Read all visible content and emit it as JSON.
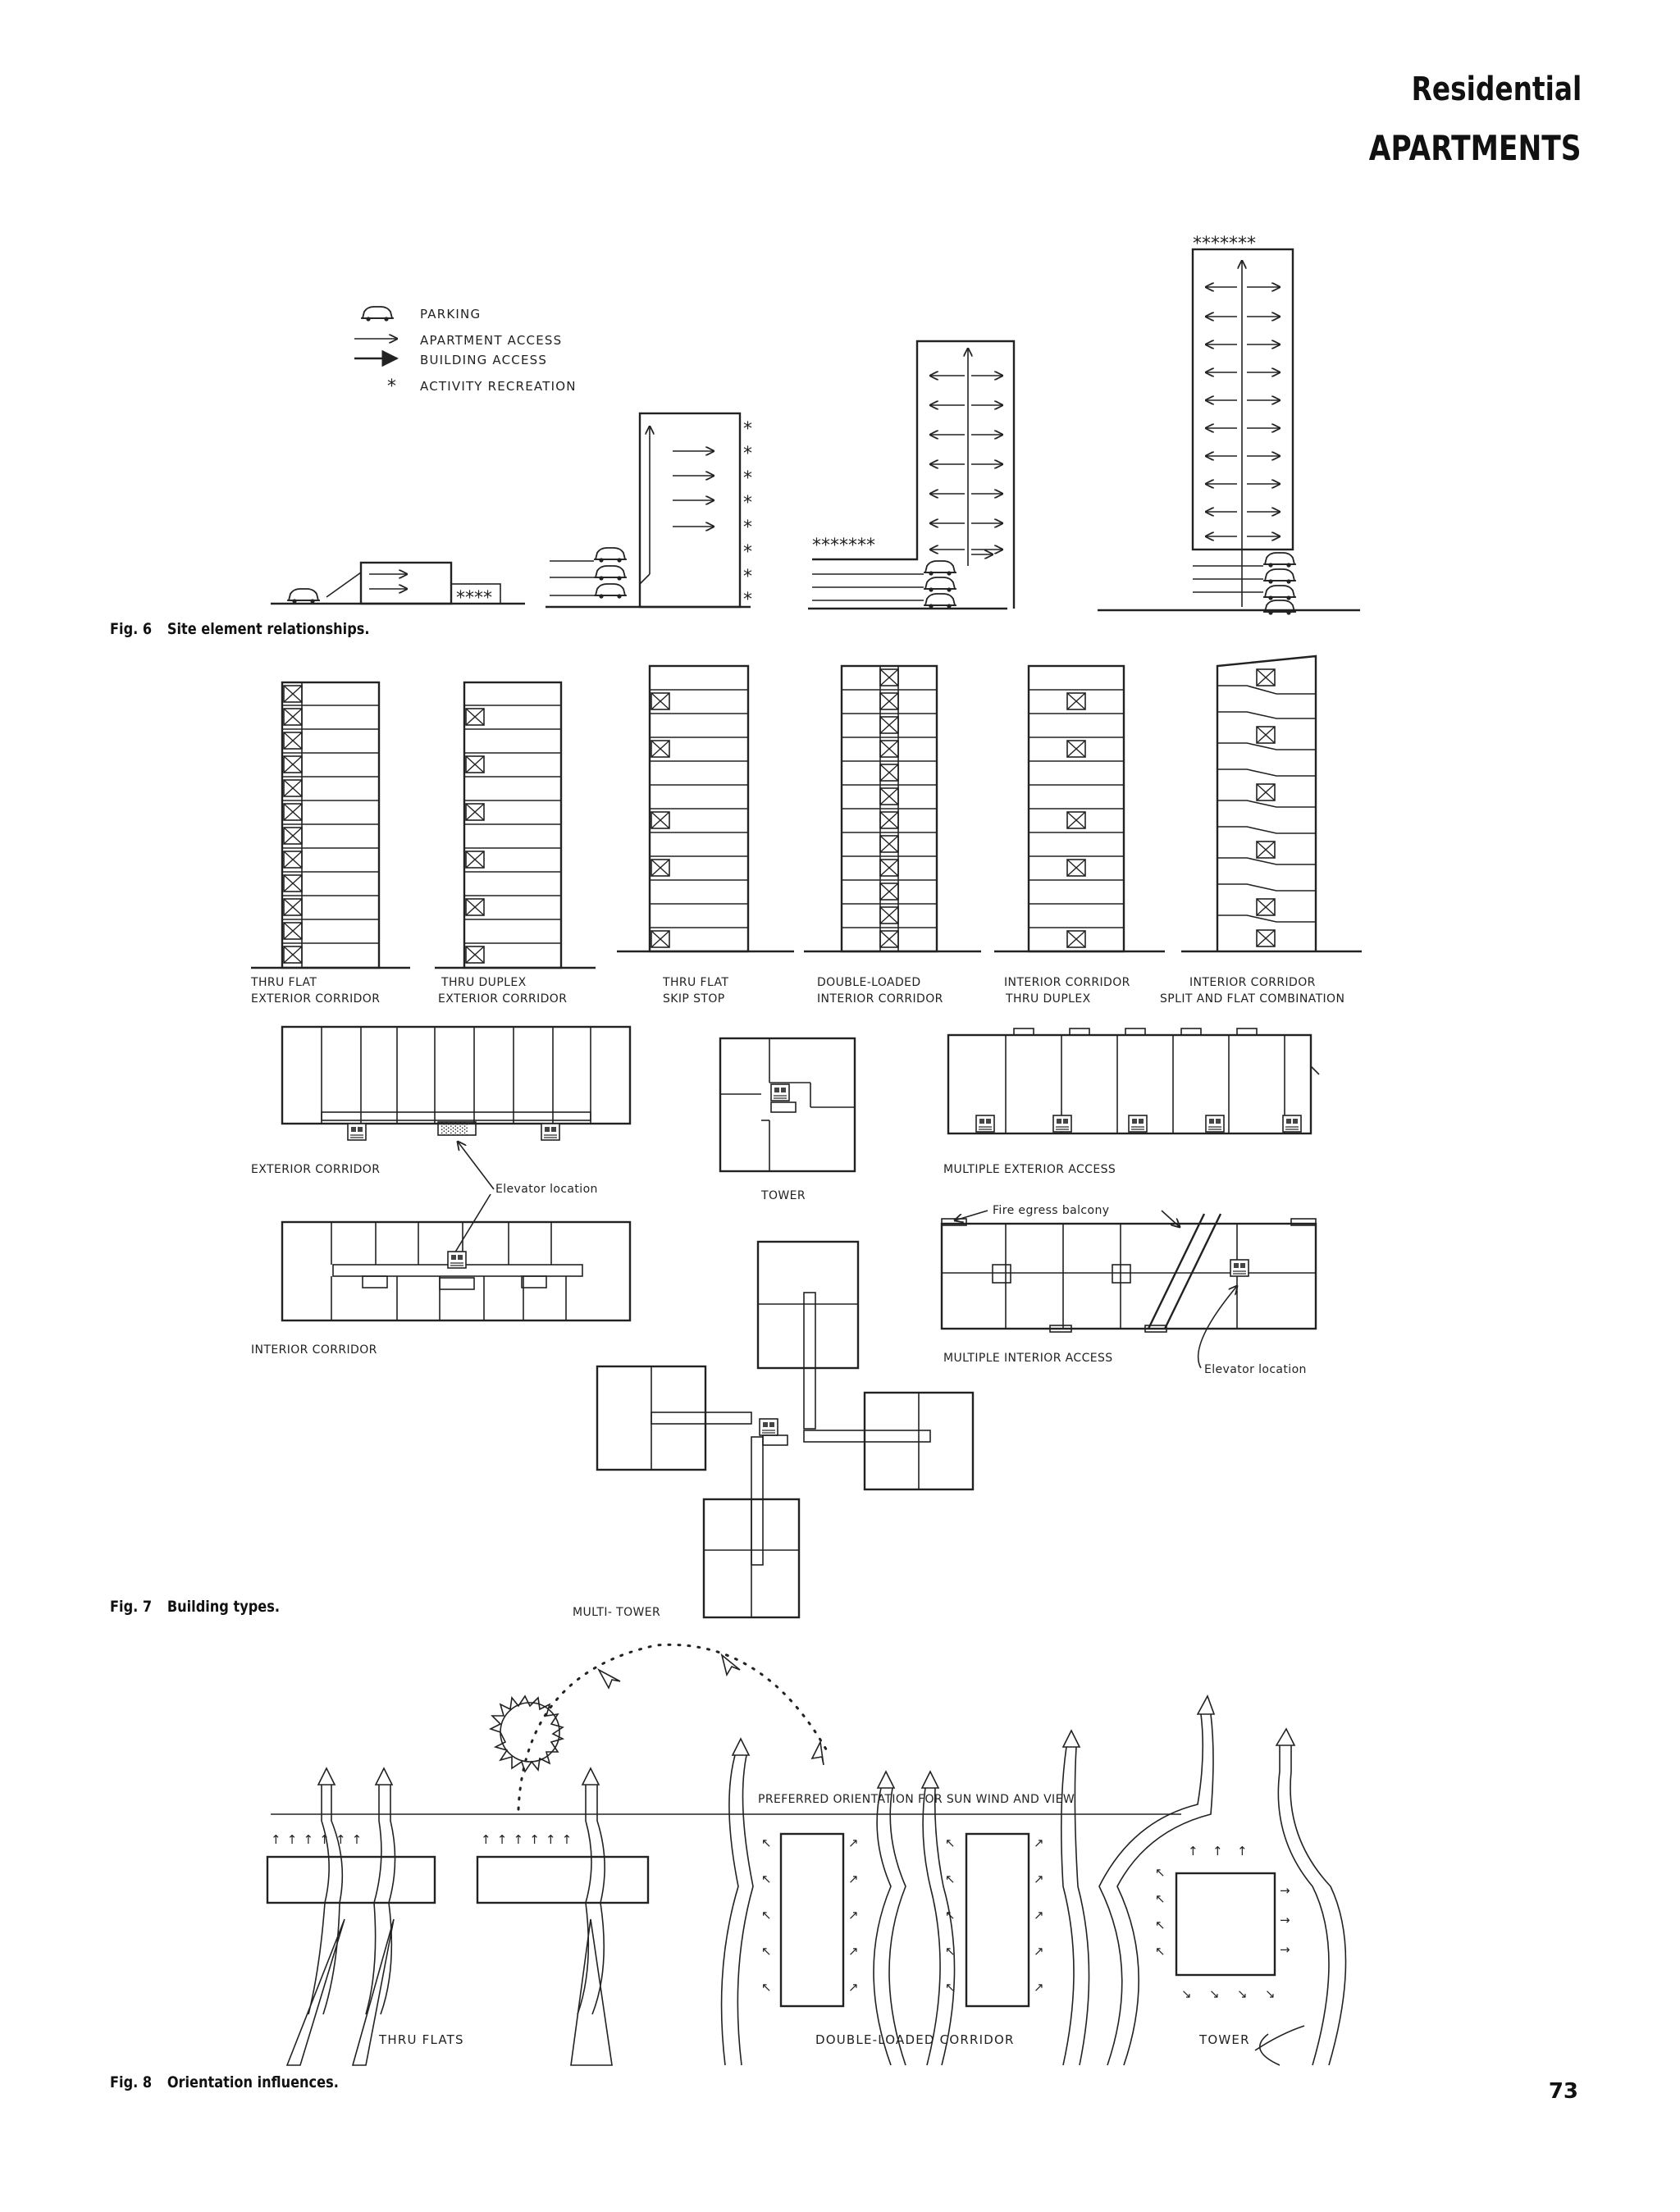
{
  "header": {
    "section": "Residential",
    "title": "APARTMENTS"
  },
  "legend": {
    "items": [
      {
        "icon": "car-icon",
        "label": "PARKING"
      },
      {
        "icon": "thin-arrow-icon",
        "label": "APARTMENT ACCESS"
      },
      {
        "icon": "bold-arrow-icon",
        "label": "BUILDING ACCESS"
      },
      {
        "icon": "asterisk-icon",
        "label": "ACTIVITY RECREATION"
      }
    ]
  },
  "fig6": {
    "number": "Fig. 6",
    "caption": "Site element relationships."
  },
  "fig7": {
    "number": "Fig. 7",
    "caption": "Building types.",
    "section_types": [
      {
        "line1": "THRU FLAT",
        "line2": "EXTERIOR CORRIDOR"
      },
      {
        "line1": "THRU DUPLEX",
        "line2": "EXTERIOR CORRIDOR"
      },
      {
        "line1": "THRU FLAT",
        "line2": "SKIP STOP"
      },
      {
        "line1": "DOUBLE-LOADED",
        "line2": "INTERIOR CORRIDOR"
      },
      {
        "line1": "INTERIOR CORRIDOR",
        "line2": "THRU DUPLEX"
      },
      {
        "line1": "INTERIOR CORRIDOR",
        "line2": "SPLIT AND FLAT COMBINATION"
      }
    ],
    "plan_labels": {
      "exterior_corridor": "EXTERIOR CORRIDOR",
      "interior_corridor": "INTERIOR CORRIDOR",
      "elevator_location": "Elevator location",
      "tower": "TOWER",
      "multiple_exterior_access": "MULTIPLE EXTERIOR ACCESS",
      "fire_egress_balcony": "Fire egress balcony",
      "multiple_interior_access": "MULTIPLE INTERIOR ACCESS",
      "elevator_location_2": "Elevator location",
      "multi_tower": "MULTI- TOWER"
    }
  },
  "fig8": {
    "number": "Fig. 8",
    "caption": "Orientation influences.",
    "labels": {
      "preferred": "PREFERRED ORIENTATION FOR SUN WIND AND VIEW",
      "thru_flats": "THRU FLATS",
      "double_loaded": "DOUBLE-LOADED CORRIDOR",
      "tower": "TOWER"
    }
  },
  "page_number": "73"
}
